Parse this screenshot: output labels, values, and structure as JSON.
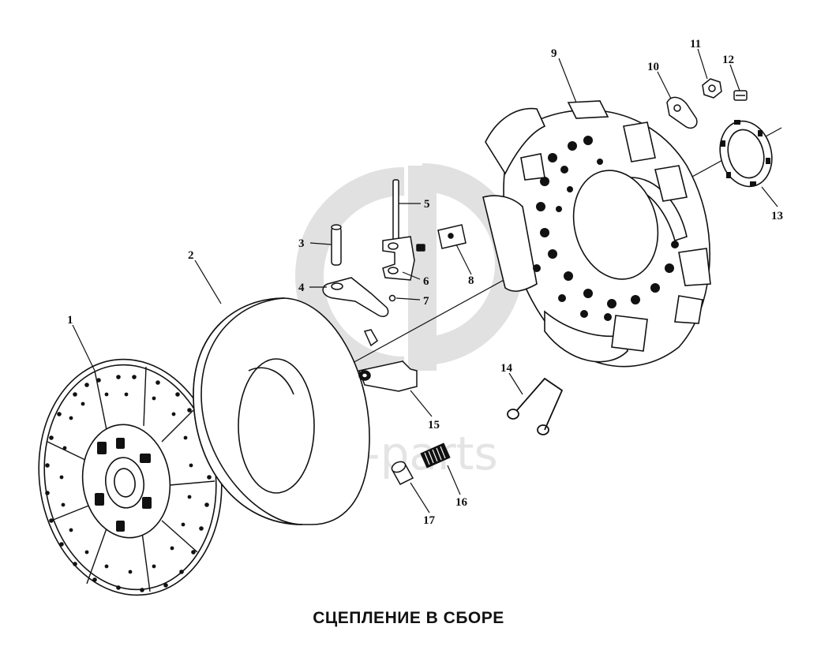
{
  "title": "СЦЕПЛЕНИЕ В СБОРЕ",
  "watermark": {
    "text": "data-parts"
  },
  "callouts": [
    "1",
    "2",
    "3",
    "4",
    "5",
    "6",
    "7",
    "8",
    "9",
    "10",
    "11",
    "12",
    "13",
    "14",
    "15",
    "16",
    "17"
  ],
  "colors": {
    "line": "#111111",
    "watermark": "#cfcfcf",
    "background": "#ffffff"
  }
}
